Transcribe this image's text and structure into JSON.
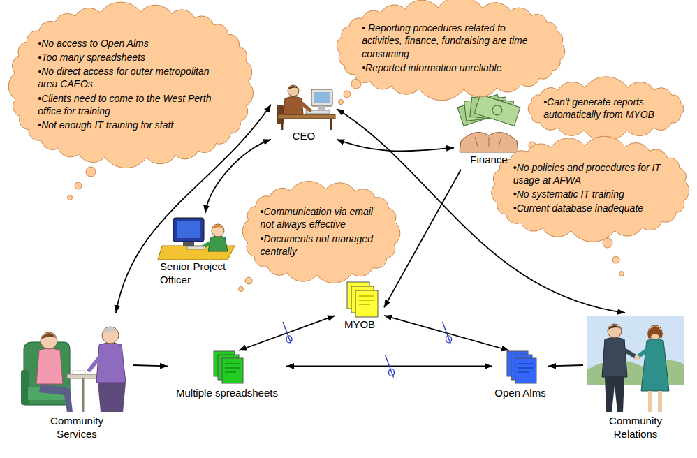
{
  "diagram": {
    "nodes": [
      {
        "text": [
          "•No access to Open Alms",
          "•Too many spreadsheets",
          "•No direct access for outer metropolitan area CAEOs",
          "•Clients need to come to the West Perth office for training",
          "•Not enough IT training for staff"
        ]
      },
      {
        "text": [
          "• Reporting procedures related to activities, finance, fundraising are time consuming",
          "•Reported information unreliable"
        ]
      },
      {
        "text": [
          "•Can't generate reports automatically from MYOB"
        ]
      },
      {
        "text": [
          "CEO"
        ]
      },
      {
        "text": [
          "•Communication via email not always effective",
          "•Documents not managed centrally"
        ]
      },
      {
        "text": [
          "•No policies and procedures for IT usage at AFWA",
          "•No systematic IT training",
          "•Current database inadequate"
        ]
      },
      {
        "text": [
          "Finance"
        ]
      },
      {
        "text": [
          "Senior Project Officer"
        ]
      },
      {
        "text": [
          "MYOB"
        ]
      },
      {
        "text": [
          "Multiple spreadsheets"
        ]
      },
      {
        "text": [
          "Open Alms"
        ]
      },
      {
        "text": [
          "Community Services"
        ]
      },
      {
        "text": [
          "Community Relations"
        ]
      }
    ],
    "edges": [
      {
        "from": 3,
        "to": 11,
        "arrow": "both"
      },
      {
        "from": 3,
        "to": 7,
        "arrow": "both"
      },
      {
        "from": 3,
        "to": 6,
        "arrow": "both"
      },
      {
        "from": 3,
        "to": 12,
        "arrow": "both"
      },
      {
        "from": 6,
        "to": 8,
        "arrow": "to"
      },
      {
        "from": 8,
        "to": 9,
        "arrow": "both"
      },
      {
        "from": 8,
        "to": 10,
        "arrow": "both"
      },
      {
        "from": 9,
        "to": 10,
        "arrow": "both"
      },
      {
        "from": 11,
        "to": 9,
        "arrow": "to"
      },
      {
        "from": 12,
        "to": 10,
        "arrow": "to"
      }
    ]
  }
}
